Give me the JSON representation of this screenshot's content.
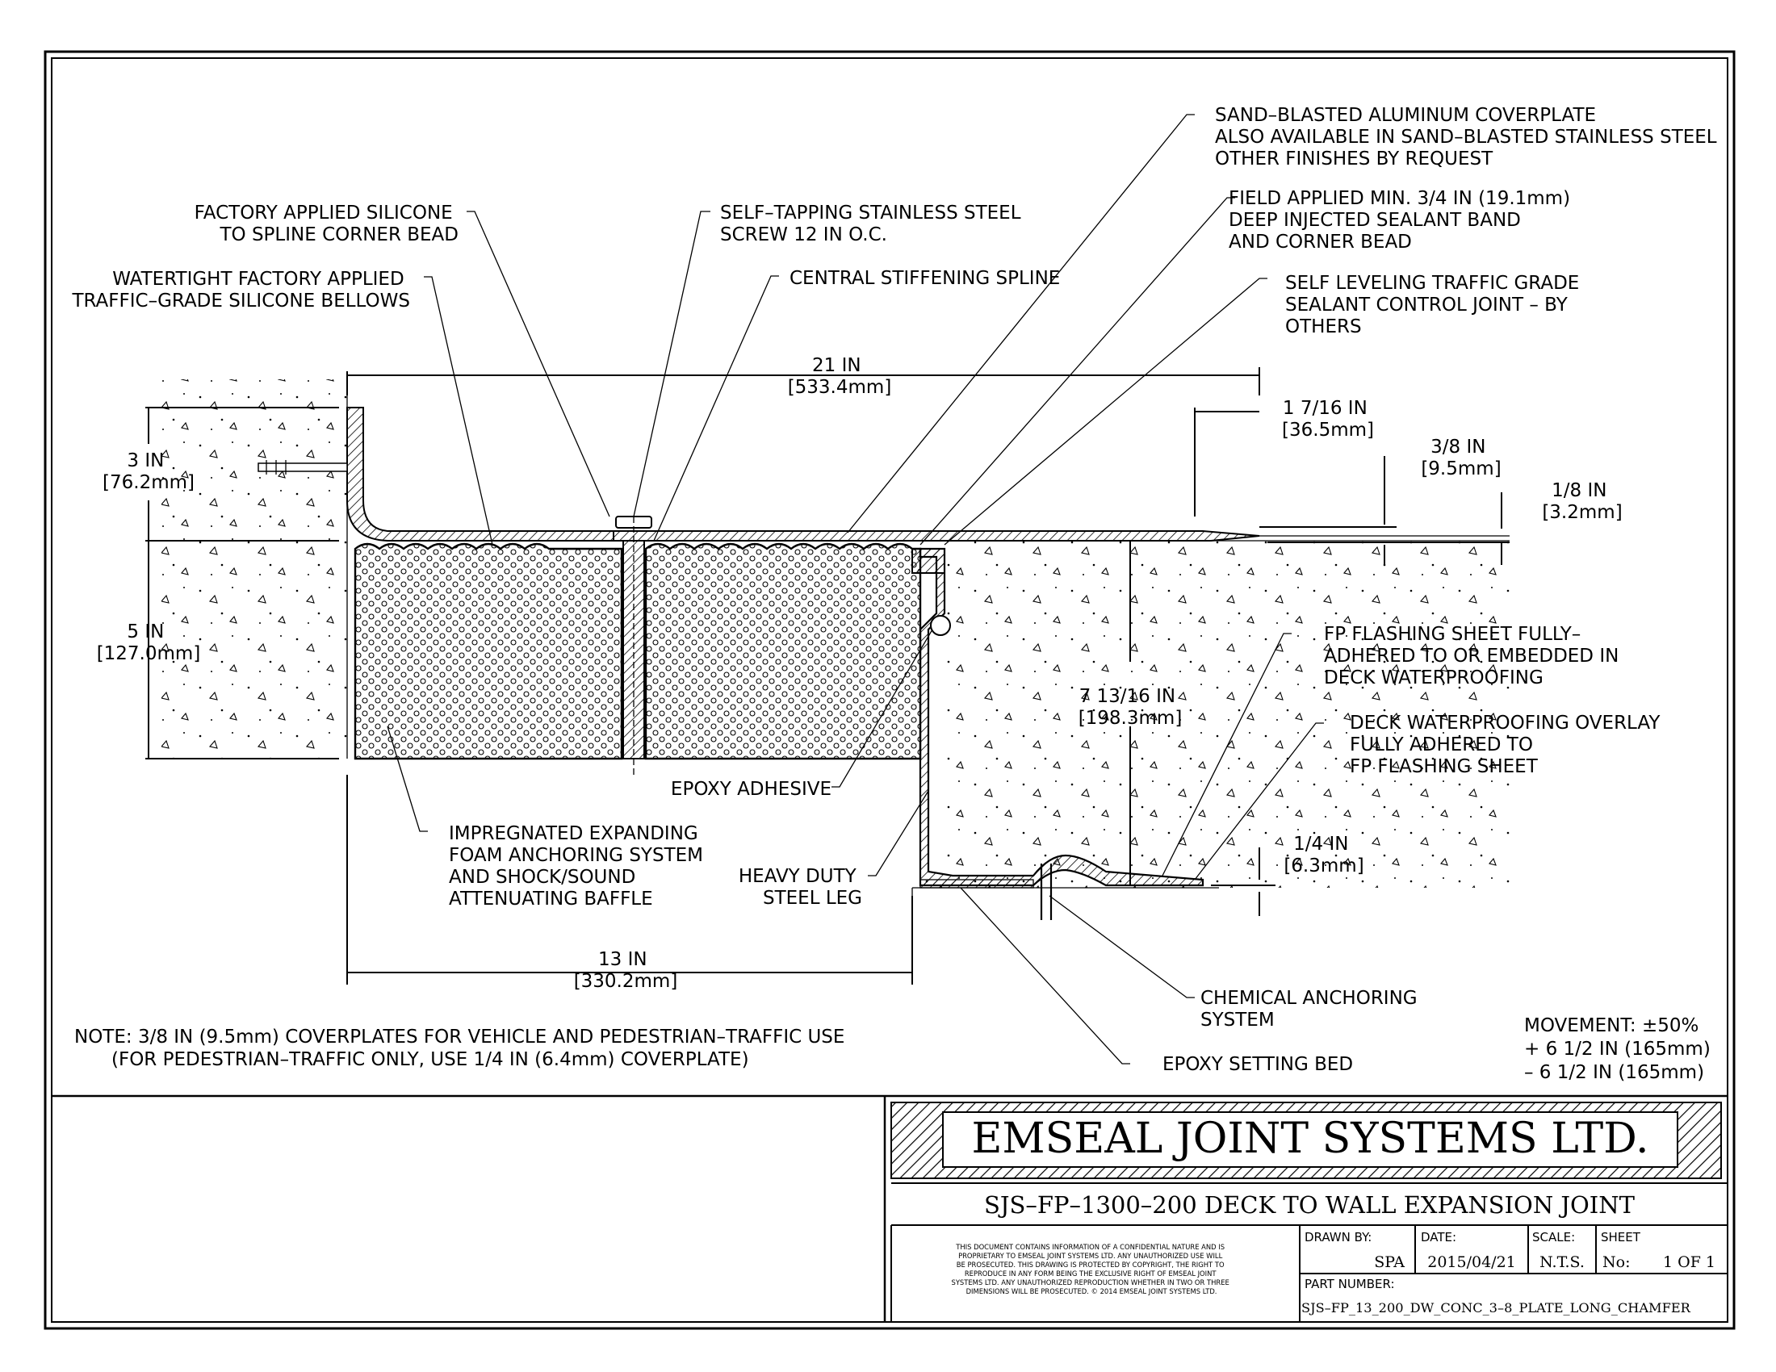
{
  "callouts": {
    "coverplate": [
      "SAND–BLASTED ALUMINUM COVERPLATE",
      "ALSO AVAILABLE IN SAND–BLASTED STAINLESS STEEL",
      "OTHER FINISHES BY REQUEST"
    ],
    "sealant_band": [
      "FIELD APPLIED MIN. 3/4 IN (19.1mm)",
      "DEEP INJECTED SEALANT BAND",
      "AND CORNER BEAD"
    ],
    "control_joint": [
      "SELF LEVELING TRAFFIC GRADE",
      "SEALANT CONTROL JOINT – BY",
      "OTHERS"
    ],
    "silicone_bead": [
      "FACTORY APPLIED SILICONE",
      "TO SPLINE CORNER BEAD"
    ],
    "screw": [
      "SELF–TAPPING STAINLESS STEEL",
      "SCREW 12 IN O.C."
    ],
    "bellows": [
      "WATERTIGHT FACTORY APPLIED",
      "TRAFFIC–GRADE SILICONE BELLOWS"
    ],
    "spline": [
      "CENTRAL STIFFENING SPLINE"
    ],
    "flashing": [
      "FP FLASHING SHEET FULLY–",
      "ADHERED TO OR EMBEDDED IN",
      "DECK WATERPROOFING"
    ],
    "overlay": [
      "DECK WATERPROOFING OVERLAY",
      "FULLY ADHERED TO",
      "FP FLASHING SHEET"
    ],
    "epoxy_adhesive": [
      "EPOXY ADHESIVE"
    ],
    "foam": [
      "IMPREGNATED EXPANDING",
      "FOAM ANCHORING SYSTEM",
      "AND SHOCK/SOUND",
      "ATTENUATING BAFFLE"
    ],
    "steel_leg": [
      "HEAVY DUTY",
      "STEEL LEG"
    ],
    "anchoring": [
      "CHEMICAL ANCHORING",
      "SYSTEM"
    ],
    "setting_bed": [
      "EPOXY SETTING BED"
    ]
  },
  "dimensions": {
    "width_21": [
      "21 IN",
      "[533.4mm]"
    ],
    "d_1_7_16": [
      "1 7/16 IN",
      "[36.5mm]"
    ],
    "d_3_8": [
      "3/8 IN",
      "[9.5mm]"
    ],
    "d_1_8": [
      "1/8 IN",
      "[3.2mm]"
    ],
    "d_3": [
      "3 IN",
      "[76.2mm]"
    ],
    "d_5": [
      "5 IN",
      "[127.0mm]"
    ],
    "d_7_13_16": [
      "7 13/16 IN",
      "[198.3mm]"
    ],
    "d_1_4": [
      "1/4 IN",
      "[6.3mm]"
    ],
    "d_13": [
      "13 IN",
      "[330.2mm]"
    ]
  },
  "note": [
    "NOTE: 3/8 IN (9.5mm) COVERPLATES FOR VEHICLE AND PEDESTRIAN–TRAFFIC USE",
    "(FOR PEDESTRIAN–TRAFFIC ONLY, USE 1/4 IN (6.4mm) COVERPLATE)"
  ],
  "movement": [
    "MOVEMENT: ±50%",
    "+ 6 1/2 IN (165mm)",
    "– 6 1/2 IN (165mm)"
  ],
  "title_block": {
    "company": "EMSEAL JOINT SYSTEMS LTD.",
    "drawing_title": "SJS–FP–1300–200 DECK TO WALL EXPANSION JOINT",
    "confidential": [
      "THIS DOCUMENT CONTAINS INFORMATION OF A CONFIDENTIAL NATURE AND IS",
      "PROPRIETARY TO EMSEAL JOINT SYSTEMS LTD. ANY UNAUTHORIZED USE WILL",
      "BE PROSECUTED. THIS DRAWING IS PROTECTED BY COPYRIGHT, THE RIGHT TO",
      "REPRODUCE IN ANY FORM BEING THE EXCLUSIVE RIGHT OF EMSEAL JOINT",
      "SYSTEMS LTD. ANY UNAUTHORIZED REPRODUCTION WHETHER IN TWO OR THREE",
      "DIMENSIONS WILL BE PROSECUTED. © 2014 EMSEAL JOINT SYSTEMS LTD."
    ],
    "drawn_by_label": "DRAWN BY:",
    "drawn_by": "SPA",
    "date_label": "DATE:",
    "date": "2015/04/21",
    "scale_label": "SCALE:",
    "scale": "N.T.S.",
    "sheet_label": "SHEET",
    "no_label": "No:",
    "sheet": "1 OF 1",
    "part_label": "PART NUMBER:",
    "part_number": "SJS–FP_13_200_DW_CONC_3–8_PLATE_LONG_CHAMFER"
  }
}
